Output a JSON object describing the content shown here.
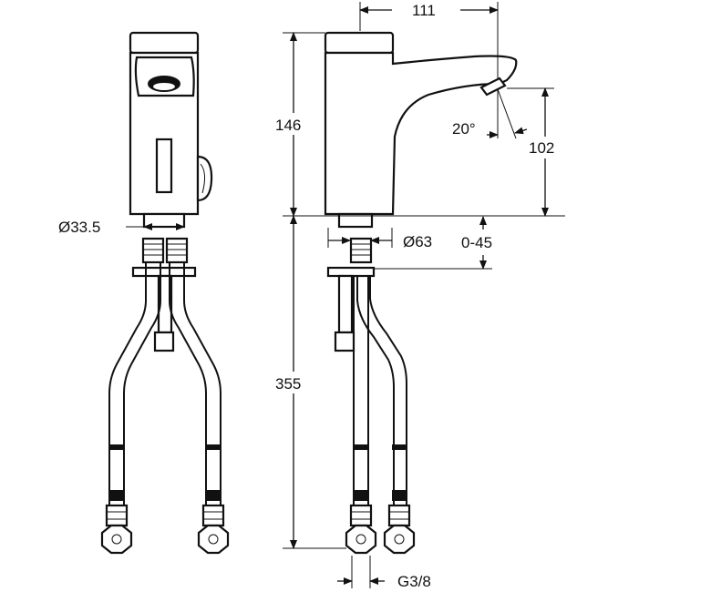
{
  "dimensions": {
    "spout_reach": "111",
    "body_height": "146",
    "outlet_height": "102",
    "spout_angle": "20°",
    "diameter_front": "Ø33.5",
    "diameter_side": "Ø63",
    "deck_range": "0-45",
    "hose_length": "355",
    "connection_thread": "G3/8"
  },
  "colors": {
    "line": "#111111",
    "background": "#ffffff"
  }
}
